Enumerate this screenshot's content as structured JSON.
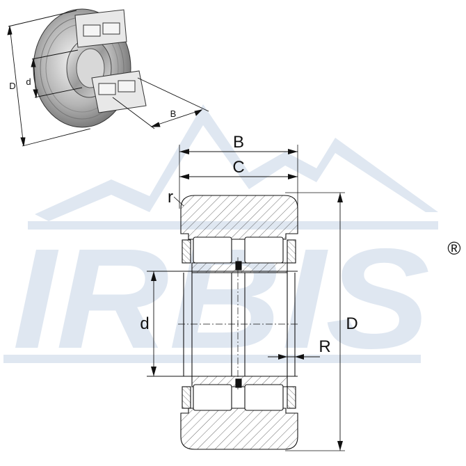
{
  "watermark": {
    "brand": "IRBIS",
    "registered": "®",
    "color": "#dfe7f1"
  },
  "iso_view": {
    "labels": {
      "D": "D",
      "d": "d",
      "B": "B"
    }
  },
  "section_view": {
    "labels": {
      "B": "B",
      "C": "C",
      "r": "r",
      "d": "d",
      "D": "D",
      "R": "R"
    }
  },
  "colors": {
    "line": "#111111",
    "hatch": "#333333",
    "watermark": "#dfe7f1"
  }
}
